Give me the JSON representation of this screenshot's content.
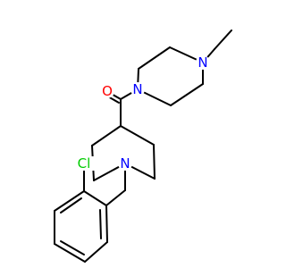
{
  "molecule": {
    "atoms": [
      {
        "id": "N_pip_top",
        "label": "N",
        "color": "#0000ff"
      },
      {
        "id": "N_pip_bottom",
        "label": "N",
        "color": "#0000ff"
      },
      {
        "id": "O_carbonyl",
        "label": "O",
        "color": "#ff0000"
      },
      {
        "id": "N_piperidine",
        "label": "N",
        "color": "#0000ff"
      },
      {
        "id": "Cl",
        "label": "Cl",
        "color": "#00cc00"
      }
    ],
    "bond_color": "#000000",
    "background": "#ffffff"
  }
}
